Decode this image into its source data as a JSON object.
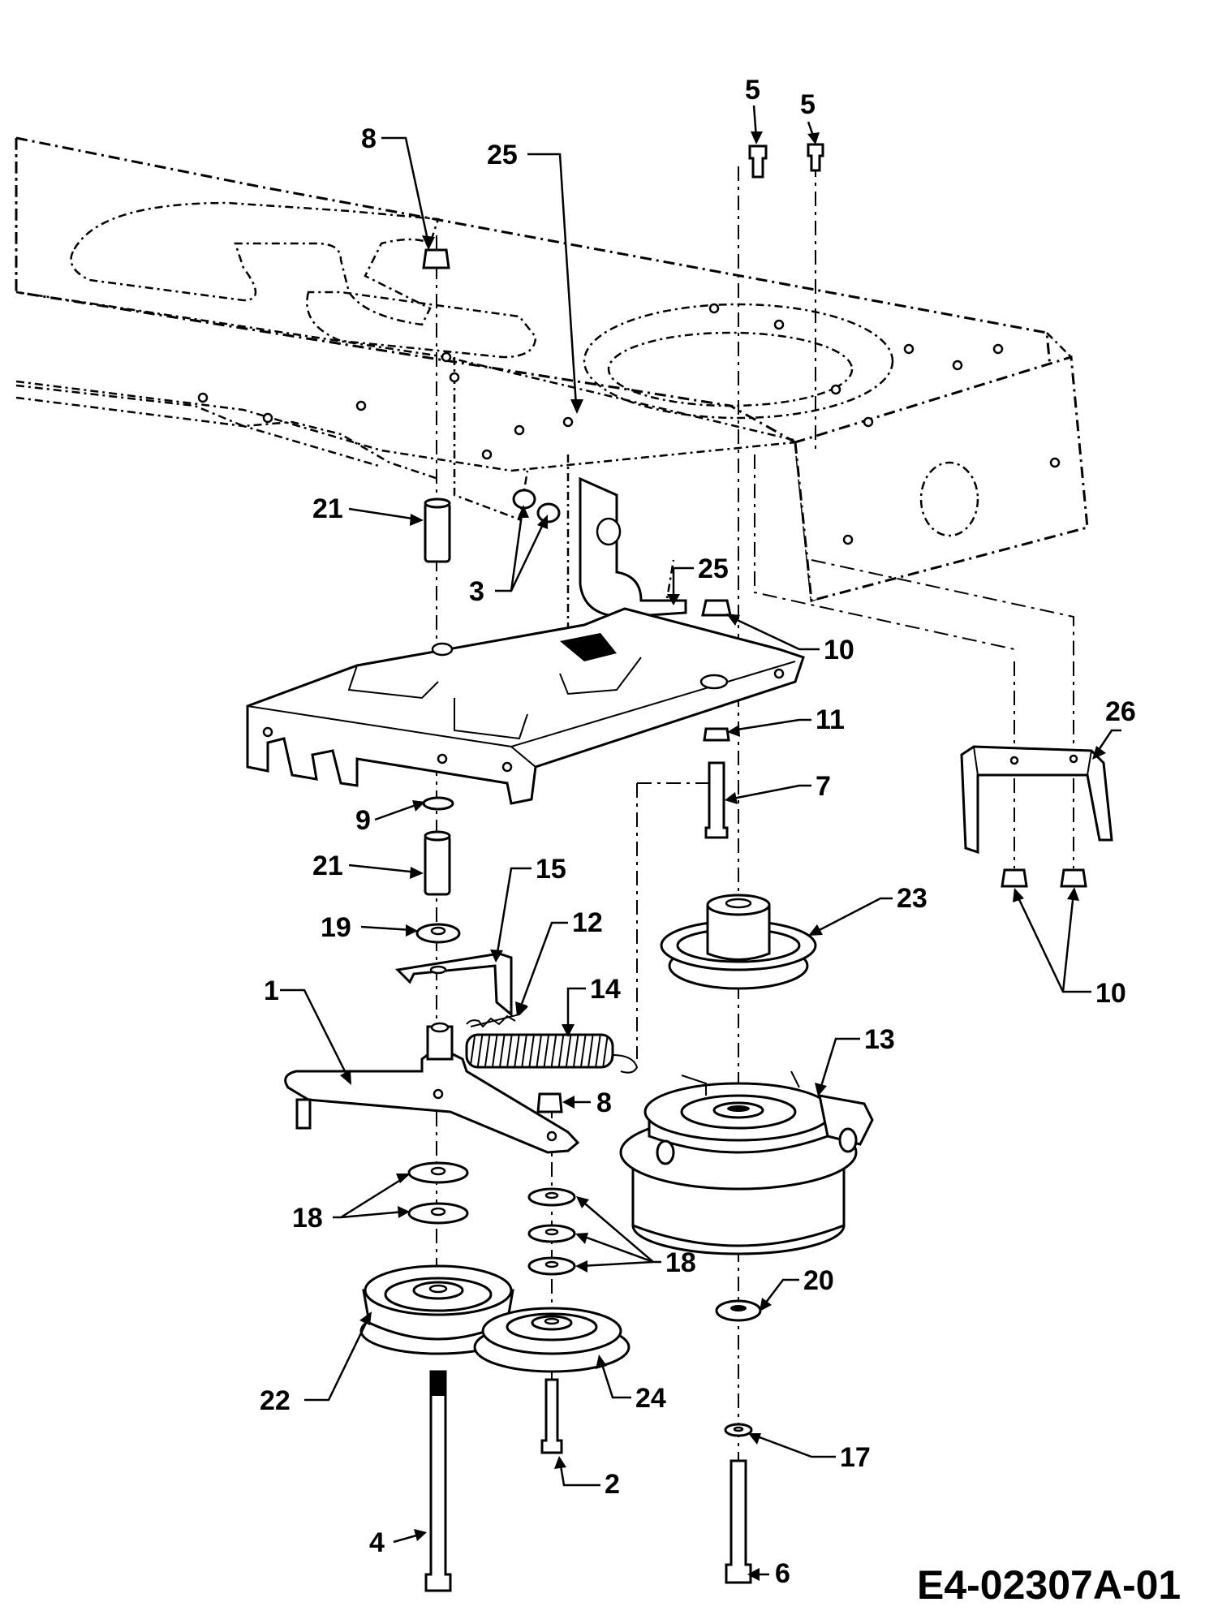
{
  "doc_code": "E4-02307A-01",
  "callouts": [
    {
      "id": "c1",
      "text": "1"
    },
    {
      "id": "c2",
      "text": "2"
    },
    {
      "id": "c3",
      "text": "3"
    },
    {
      "id": "c4",
      "text": "4"
    },
    {
      "id": "c5a",
      "text": "5"
    },
    {
      "id": "c5b",
      "text": "5"
    },
    {
      "id": "c6",
      "text": "6"
    },
    {
      "id": "c7",
      "text": "7"
    },
    {
      "id": "c8a",
      "text": "8"
    },
    {
      "id": "c8b",
      "text": "8"
    },
    {
      "id": "c9",
      "text": "9"
    },
    {
      "id": "c10a",
      "text": "10"
    },
    {
      "id": "c10b",
      "text": "10"
    },
    {
      "id": "c11",
      "text": "11"
    },
    {
      "id": "c12",
      "text": "12"
    },
    {
      "id": "c13",
      "text": "13"
    },
    {
      "id": "c14",
      "text": "14"
    },
    {
      "id": "c15",
      "text": "15"
    },
    {
      "id": "c17",
      "text": "17"
    },
    {
      "id": "c18a",
      "text": "18"
    },
    {
      "id": "c18b",
      "text": "18"
    },
    {
      "id": "c19",
      "text": "19"
    },
    {
      "id": "c20",
      "text": "20"
    },
    {
      "id": "c21a",
      "text": "21"
    },
    {
      "id": "c21b",
      "text": "21"
    },
    {
      "id": "c22",
      "text": "22"
    },
    {
      "id": "c23",
      "text": "23"
    },
    {
      "id": "c24",
      "text": "24"
    },
    {
      "id": "c25a",
      "text": "25"
    },
    {
      "id": "c25b",
      "text": "25"
    },
    {
      "id": "c26",
      "text": "26"
    }
  ]
}
